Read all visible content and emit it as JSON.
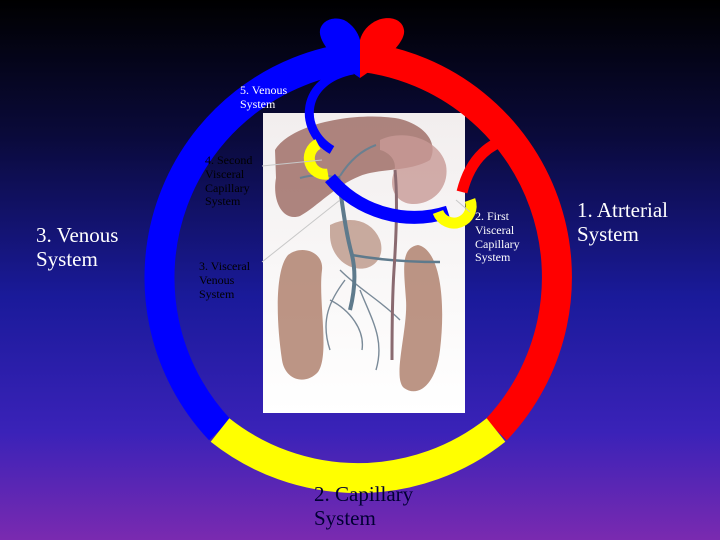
{
  "colors": {
    "arterial": "#ff0000",
    "venous": "#0000ff",
    "capillary": "#ffff00",
    "leader": "#c8c8c8"
  },
  "labels": {
    "venous_top": "5. Venous System",
    "second_capillary": "4. Second Visceral Capillary System",
    "venous_left": "3. Venous System",
    "visceral_venous": "3. Visceral Venous System",
    "first_capillary": "2. First Visceral Capillary System",
    "arterial": "1. Atrterial System",
    "capillary_bottom": "2. Capillary System"
  },
  "icons": {
    "heart": "heart-icon",
    "organs": "digestive-organs-illustration"
  }
}
